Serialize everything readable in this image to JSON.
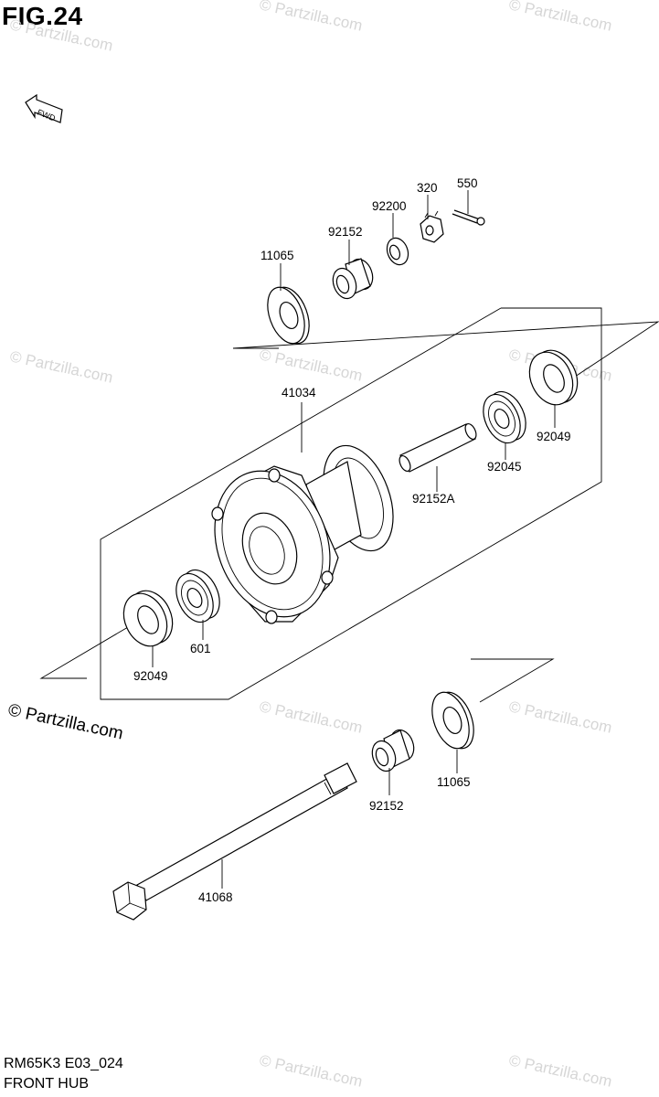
{
  "figure": {
    "title": "FIG.24",
    "fwd_label": "FWD",
    "footer_code": "RM65K3 E03_024",
    "footer_title": "FRONT HUB"
  },
  "watermarks": {
    "faint": "© Partzilla.com",
    "strong": "© Partzilla.com"
  },
  "part_labels": {
    "p550": "550",
    "p320": "320",
    "p92200": "92200",
    "p92152_top": "92152",
    "p11065_top": "11065",
    "p41034": "41034",
    "p92049_right": "92049",
    "p92045": "92045",
    "p92152A": "92152A",
    "p601": "601",
    "p92049_left": "92049",
    "p11065_bottom": "11065",
    "p92152_bottom": "92152",
    "p41068": "41068"
  },
  "colors": {
    "line": "#000000",
    "watermark": "#d6d6d6",
    "background": "#ffffff"
  }
}
